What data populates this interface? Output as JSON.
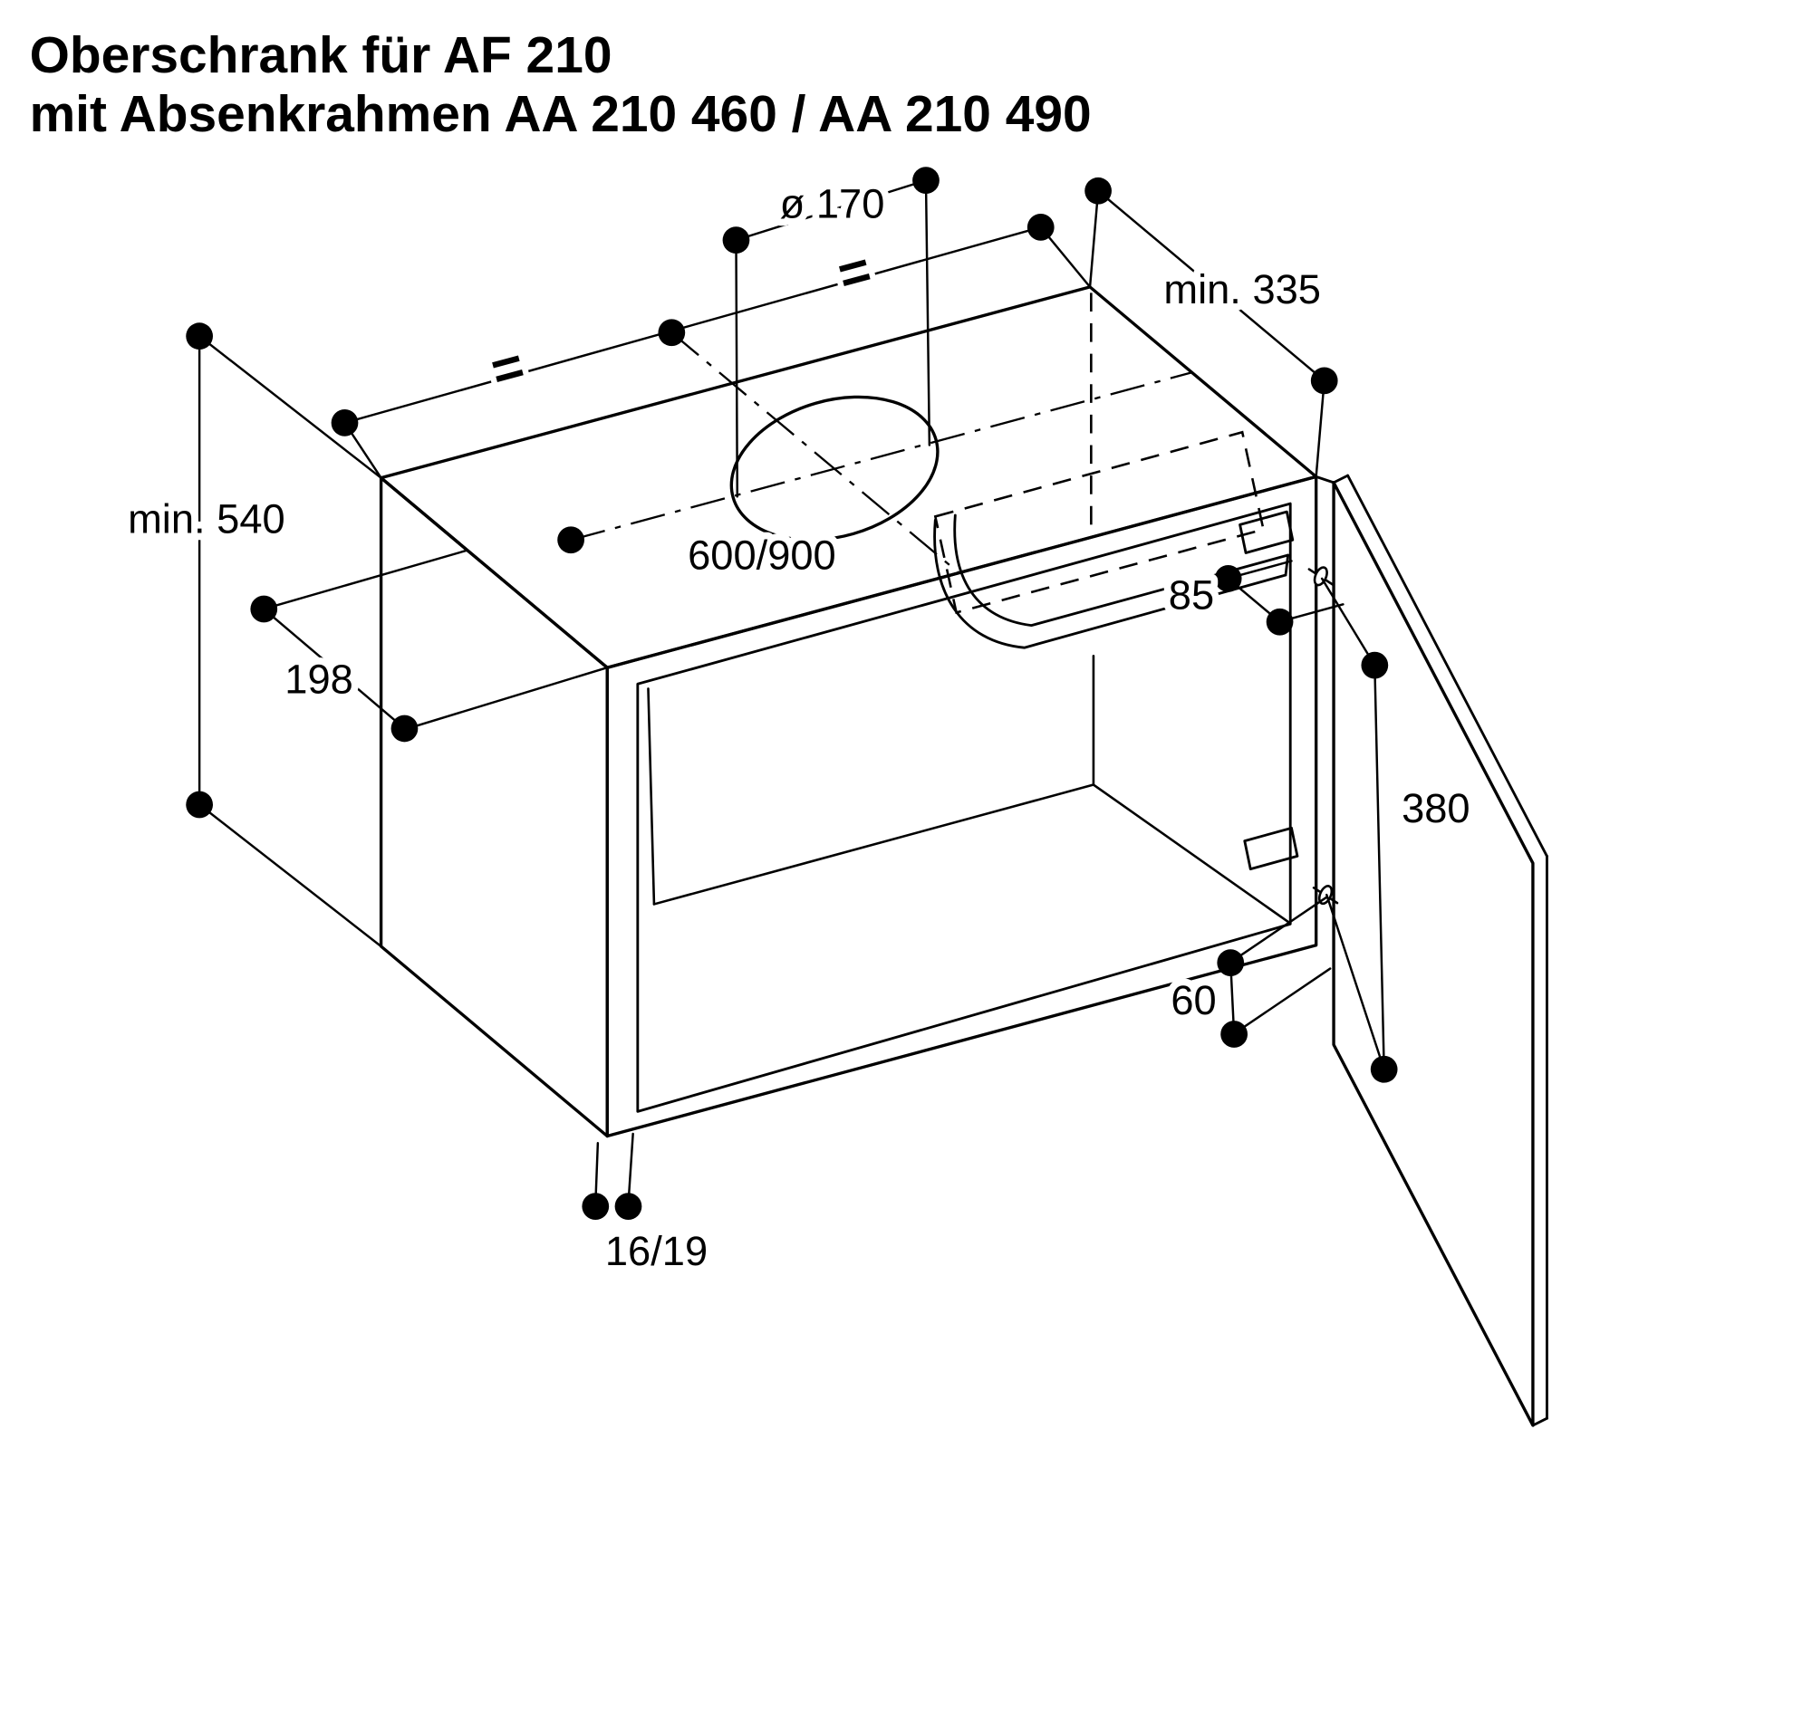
{
  "colors": {
    "background": "#ffffff",
    "ink": "#000000"
  },
  "title": {
    "line1": "Oberschrank für AF 210",
    "line2": "mit Absenkrahmen AA 210 460 / AA 210 490"
  },
  "labels": {
    "hole_diameter": "ø 170",
    "top_min_depth": "min. 335",
    "min_height": "min. 540",
    "cabinet_width": "600/900",
    "side_depth": "198",
    "frame_inset": "85",
    "hinge_spacing": "380",
    "hinge_bottom_offset": "60",
    "panel_thickness": "16/19",
    "equal_mark_left": "=",
    "equal_mark_right": "="
  }
}
